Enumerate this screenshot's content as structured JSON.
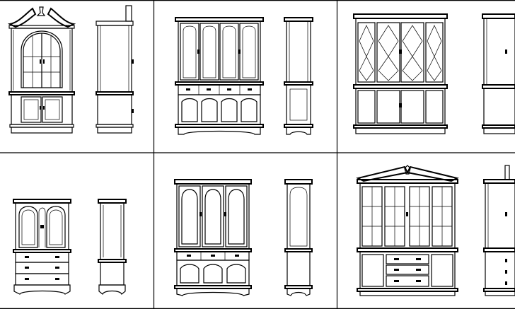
{
  "sheet": {
    "background": "#ffffff",
    "line_color": "#000000",
    "cells": [
      {
        "id": "corner-cabinet",
        "icon": "corner-cabinet-bonnet-top-icon"
      },
      {
        "id": "china-cabinet-four-door",
        "icon": "china-cabinet-icon"
      },
      {
        "id": "breakfront-lattice",
        "icon": "breakfront-lattice-icon"
      },
      {
        "id": "small-china-chest",
        "icon": "china-chest-icon"
      },
      {
        "id": "china-cabinet-three-door",
        "icon": "china-cabinet-arched-icon"
      },
      {
        "id": "breakfront-pediment",
        "icon": "breakfront-pediment-icon"
      }
    ]
  }
}
